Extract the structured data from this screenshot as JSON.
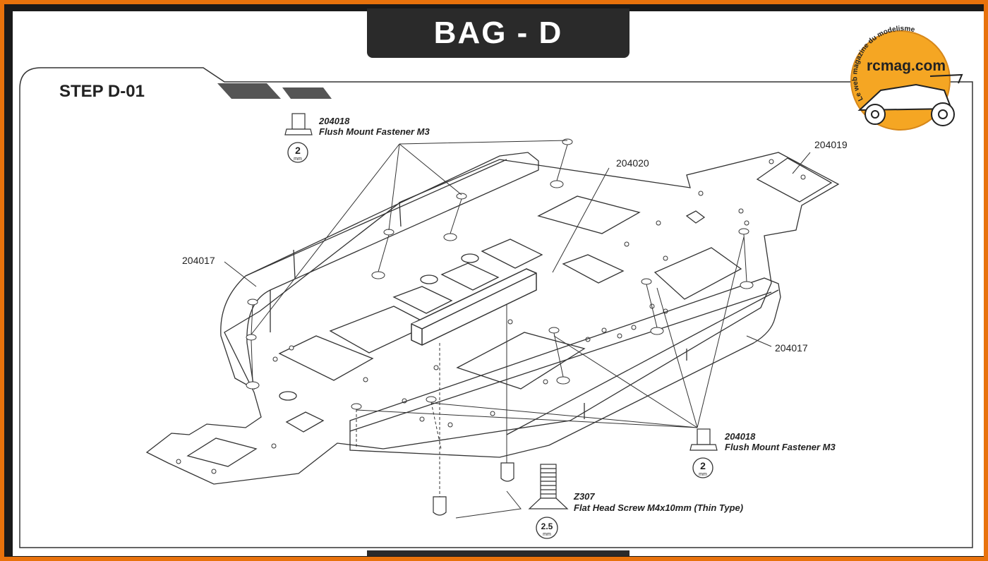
{
  "header": {
    "bag_title": "BAG - D",
    "step_title": "STEP D-01"
  },
  "logo": {
    "brand": "rcmag.com",
    "tagline": "Le web magazine du modelisme",
    "accent": "#f5a623"
  },
  "fastener_top": {
    "part_no": "204018",
    "description": "Flush Mount Fastener M3",
    "tool_value": "2",
    "tool_unit": "mm"
  },
  "fastener_bottom": {
    "part_no": "204018",
    "description": "Flush Mount Fastener M3",
    "tool_value": "2",
    "tool_unit": "mm"
  },
  "screw": {
    "part_no": "Z307",
    "description": "Flat Head Screw M4x10mm (Thin Type)",
    "tool_value": "2.5",
    "tool_unit": "mm"
  },
  "callouts": {
    "chassis_plate": "204019",
    "brace": "204020",
    "side_guard_left": "204017",
    "side_guard_right": "204017"
  },
  "colors": {
    "frame": "#e8720c",
    "tab": "#2a2a2a",
    "line": "#333333"
  }
}
